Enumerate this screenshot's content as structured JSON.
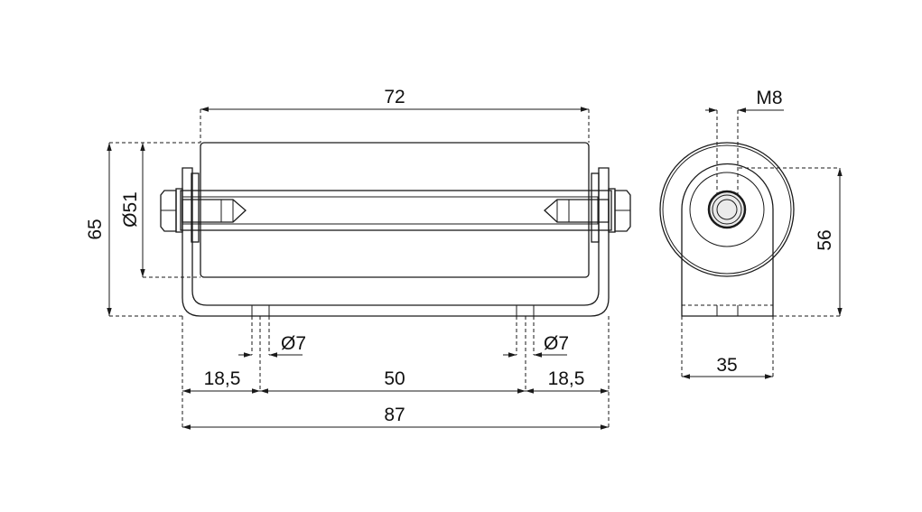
{
  "drawing": {
    "front_view": {
      "dim_roller_length": "72",
      "dim_overall_height": "65",
      "dim_roller_diameter": "Ø51",
      "dim_hole_left": "Ø7",
      "dim_hole_right": "Ø7",
      "dim_left_offset": "18,5",
      "dim_hole_spacing": "50",
      "dim_right_offset": "18,5",
      "dim_overall_width": "87"
    },
    "side_view": {
      "dim_thread": "M8",
      "dim_axle_height": "56",
      "dim_bracket_width": "35"
    },
    "colors": {
      "roller": "#c6c6c6",
      "bracket": "#ebebeb",
      "line": "#1a1a1a"
    }
  }
}
